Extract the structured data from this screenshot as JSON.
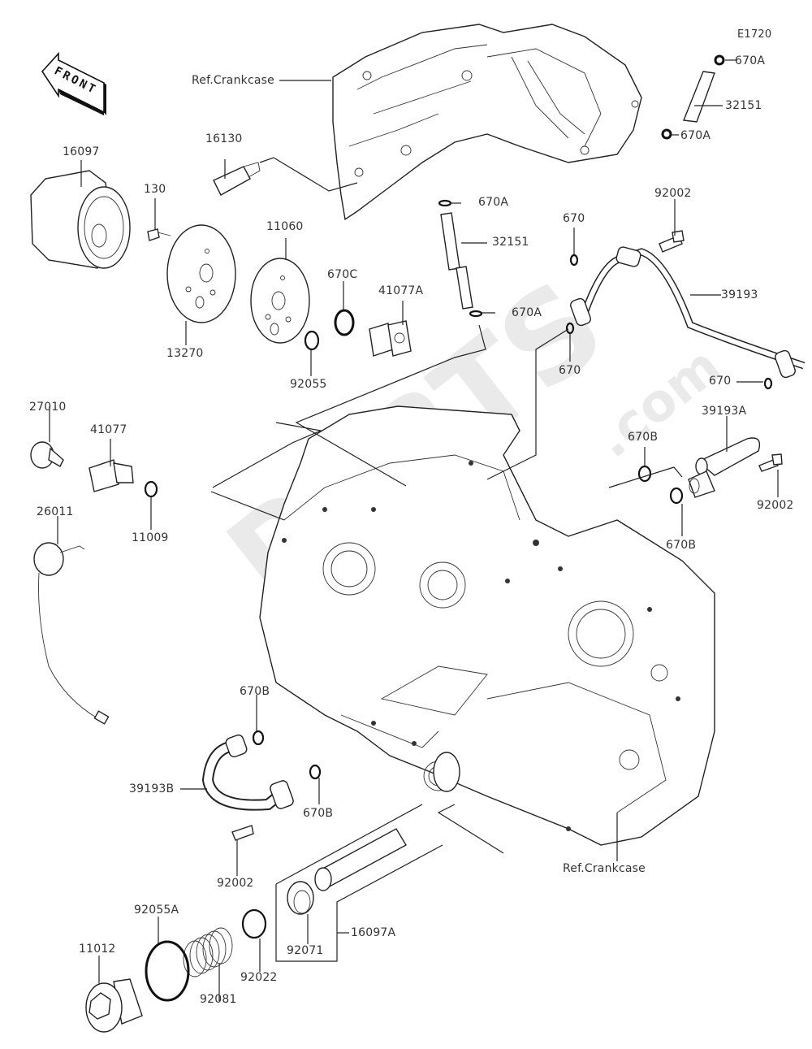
{
  "diagram": {
    "code": "E1720",
    "orientation_label": "FRONT",
    "watermark": {
      "brand": "PARTS",
      "suffix": ".com"
    },
    "reference_labels": [
      "Ref.Crankcase",
      "Ref.Crankcase"
    ],
    "parts": [
      {
        "id": "p-670a-1",
        "label": "670A"
      },
      {
        "id": "p-32151-1",
        "label": "32151"
      },
      {
        "id": "p-670a-2",
        "label": "670A"
      },
      {
        "id": "p-16130",
        "label": "16130"
      },
      {
        "id": "p-16097",
        "label": "16097"
      },
      {
        "id": "p-130",
        "label": "130"
      },
      {
        "id": "p-13270",
        "label": "13270"
      },
      {
        "id": "p-11060",
        "label": "11060"
      },
      {
        "id": "p-670c",
        "label": "670C"
      },
      {
        "id": "p-92055",
        "label": "92055"
      },
      {
        "id": "p-41077a",
        "label": "41077A"
      },
      {
        "id": "p-670a-3",
        "label": "670A"
      },
      {
        "id": "p-32151-2",
        "label": "32151"
      },
      {
        "id": "p-670a-4",
        "label": "670A"
      },
      {
        "id": "p-92002-1",
        "label": "92002"
      },
      {
        "id": "p-670-1",
        "label": "670"
      },
      {
        "id": "p-39193",
        "label": "39193"
      },
      {
        "id": "p-670-2",
        "label": "670"
      },
      {
        "id": "p-670-3",
        "label": "670"
      },
      {
        "id": "p-27010",
        "label": "27010"
      },
      {
        "id": "p-41077",
        "label": "41077"
      },
      {
        "id": "p-11009",
        "label": "11009"
      },
      {
        "id": "p-26011",
        "label": "26011"
      },
      {
        "id": "p-39193a",
        "label": "39193A"
      },
      {
        "id": "p-670b-1",
        "label": "670B"
      },
      {
        "id": "p-92002-2",
        "label": "92002"
      },
      {
        "id": "p-670b-2",
        "label": "670B"
      },
      {
        "id": "p-670b-3",
        "label": "670B"
      },
      {
        "id": "p-39193b",
        "label": "39193B"
      },
      {
        "id": "p-670b-4",
        "label": "670B"
      },
      {
        "id": "p-92002-3",
        "label": "92002"
      },
      {
        "id": "p-92055a",
        "label": "92055A"
      },
      {
        "id": "p-11012",
        "label": "11012"
      },
      {
        "id": "p-92081",
        "label": "92081"
      },
      {
        "id": "p-92022",
        "label": "92022"
      },
      {
        "id": "p-92071",
        "label": "92071"
      },
      {
        "id": "p-16097a",
        "label": "16097A"
      }
    ]
  }
}
